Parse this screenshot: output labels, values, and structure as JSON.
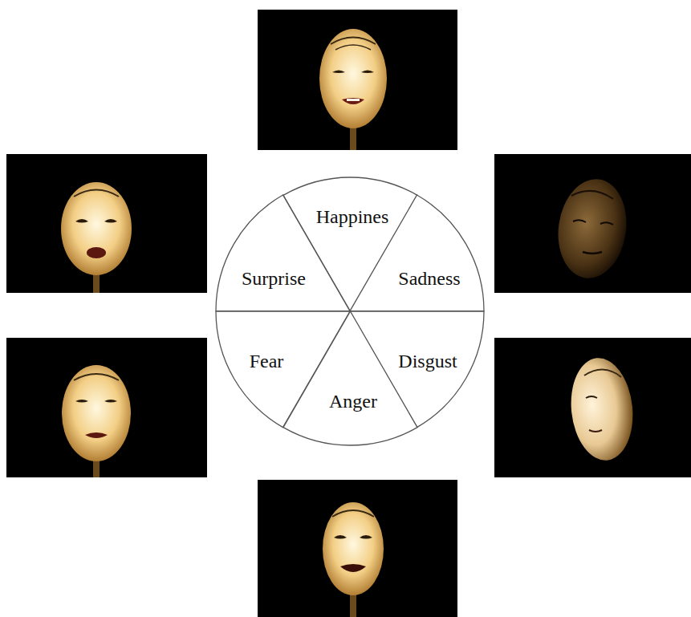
{
  "diagram": {
    "nodes": [
      {
        "text": [
          "Happines"
        ]
      },
      {
        "text": [
          "Surprise"
        ]
      },
      {
        "text": [
          "Sadness"
        ]
      },
      {
        "text": [
          "Fear"
        ]
      },
      {
        "text": [
          "Disgust"
        ]
      },
      {
        "text": [
          "Anger"
        ]
      }
    ]
  }
}
